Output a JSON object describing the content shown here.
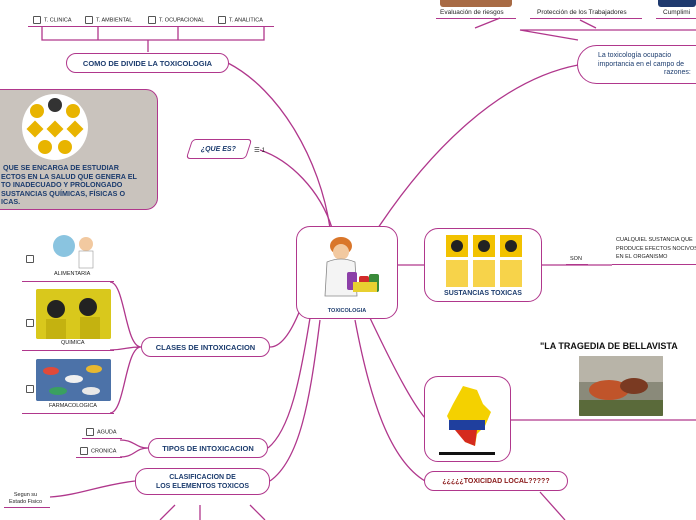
{
  "central": {
    "label": "TOXICOLOGIA"
  },
  "como_divide": {
    "title": "COMO DE DIVIDE LA TOXICOLOGIA",
    "items": [
      "T. CLINICA",
      "T. AMBIENTAL",
      "T. OCUPACIONAL",
      "T. ANALITICA"
    ]
  },
  "que_es": {
    "title": "¿QUE ES?",
    "count": "1"
  },
  "definition": {
    "lines": [
      "QUE SE ENCARGA DE ESTUDIAR",
      "ECTOS EN LA SALUD QUE GENERA EL",
      "TO INADECUADO Y PROLONGADO",
      "SUSTANCIAS QUÍMICAS, FÍSICAS O",
      "ICAS."
    ]
  },
  "clases": {
    "title": "CLASES DE INTOXICACION",
    "items": [
      "ALIMENTARIA",
      "QUIMICA",
      "FARMACOLOGICA"
    ]
  },
  "tipos": {
    "title": "TIPOS DE INTOXICACION",
    "items": [
      "AGUDA",
      "CRONICA"
    ]
  },
  "clasificacion": {
    "title_line1": "CLASIFICACION DE",
    "title_line2": "LOS ELEMENTOS TOXICOS",
    "item_line1": "Segun su",
    "item_line2": "Estado Fisico"
  },
  "sustancias": {
    "title": "SUSTANCIAS TOXICAS",
    "connector": "SON",
    "desc_lines": [
      "CUALQUIEL SUSTANCIA QUE",
      "PRODUCE EFECTOS NOCIVOS",
      "EN EL ORGANISMO"
    ]
  },
  "ocupacional": {
    "lines": [
      "La toxicología ocupacio",
      "importancia en el campo de",
      "razones:"
    ],
    "top_items": [
      "Evaluación de riesgos",
      "Protección de los Trabajadores",
      "Cumplimi"
    ]
  },
  "bellavista": {
    "title": "\"LA TRAGEDIA DE BELLAVISTA"
  },
  "toxicidad_local": {
    "title": "¿¿¿¿¿TOXICIDAD LOCAL?????"
  },
  "colors": {
    "border": "#b0378c",
    "text": "#1c3c6e",
    "definition_bg": "#c9c3bd"
  }
}
